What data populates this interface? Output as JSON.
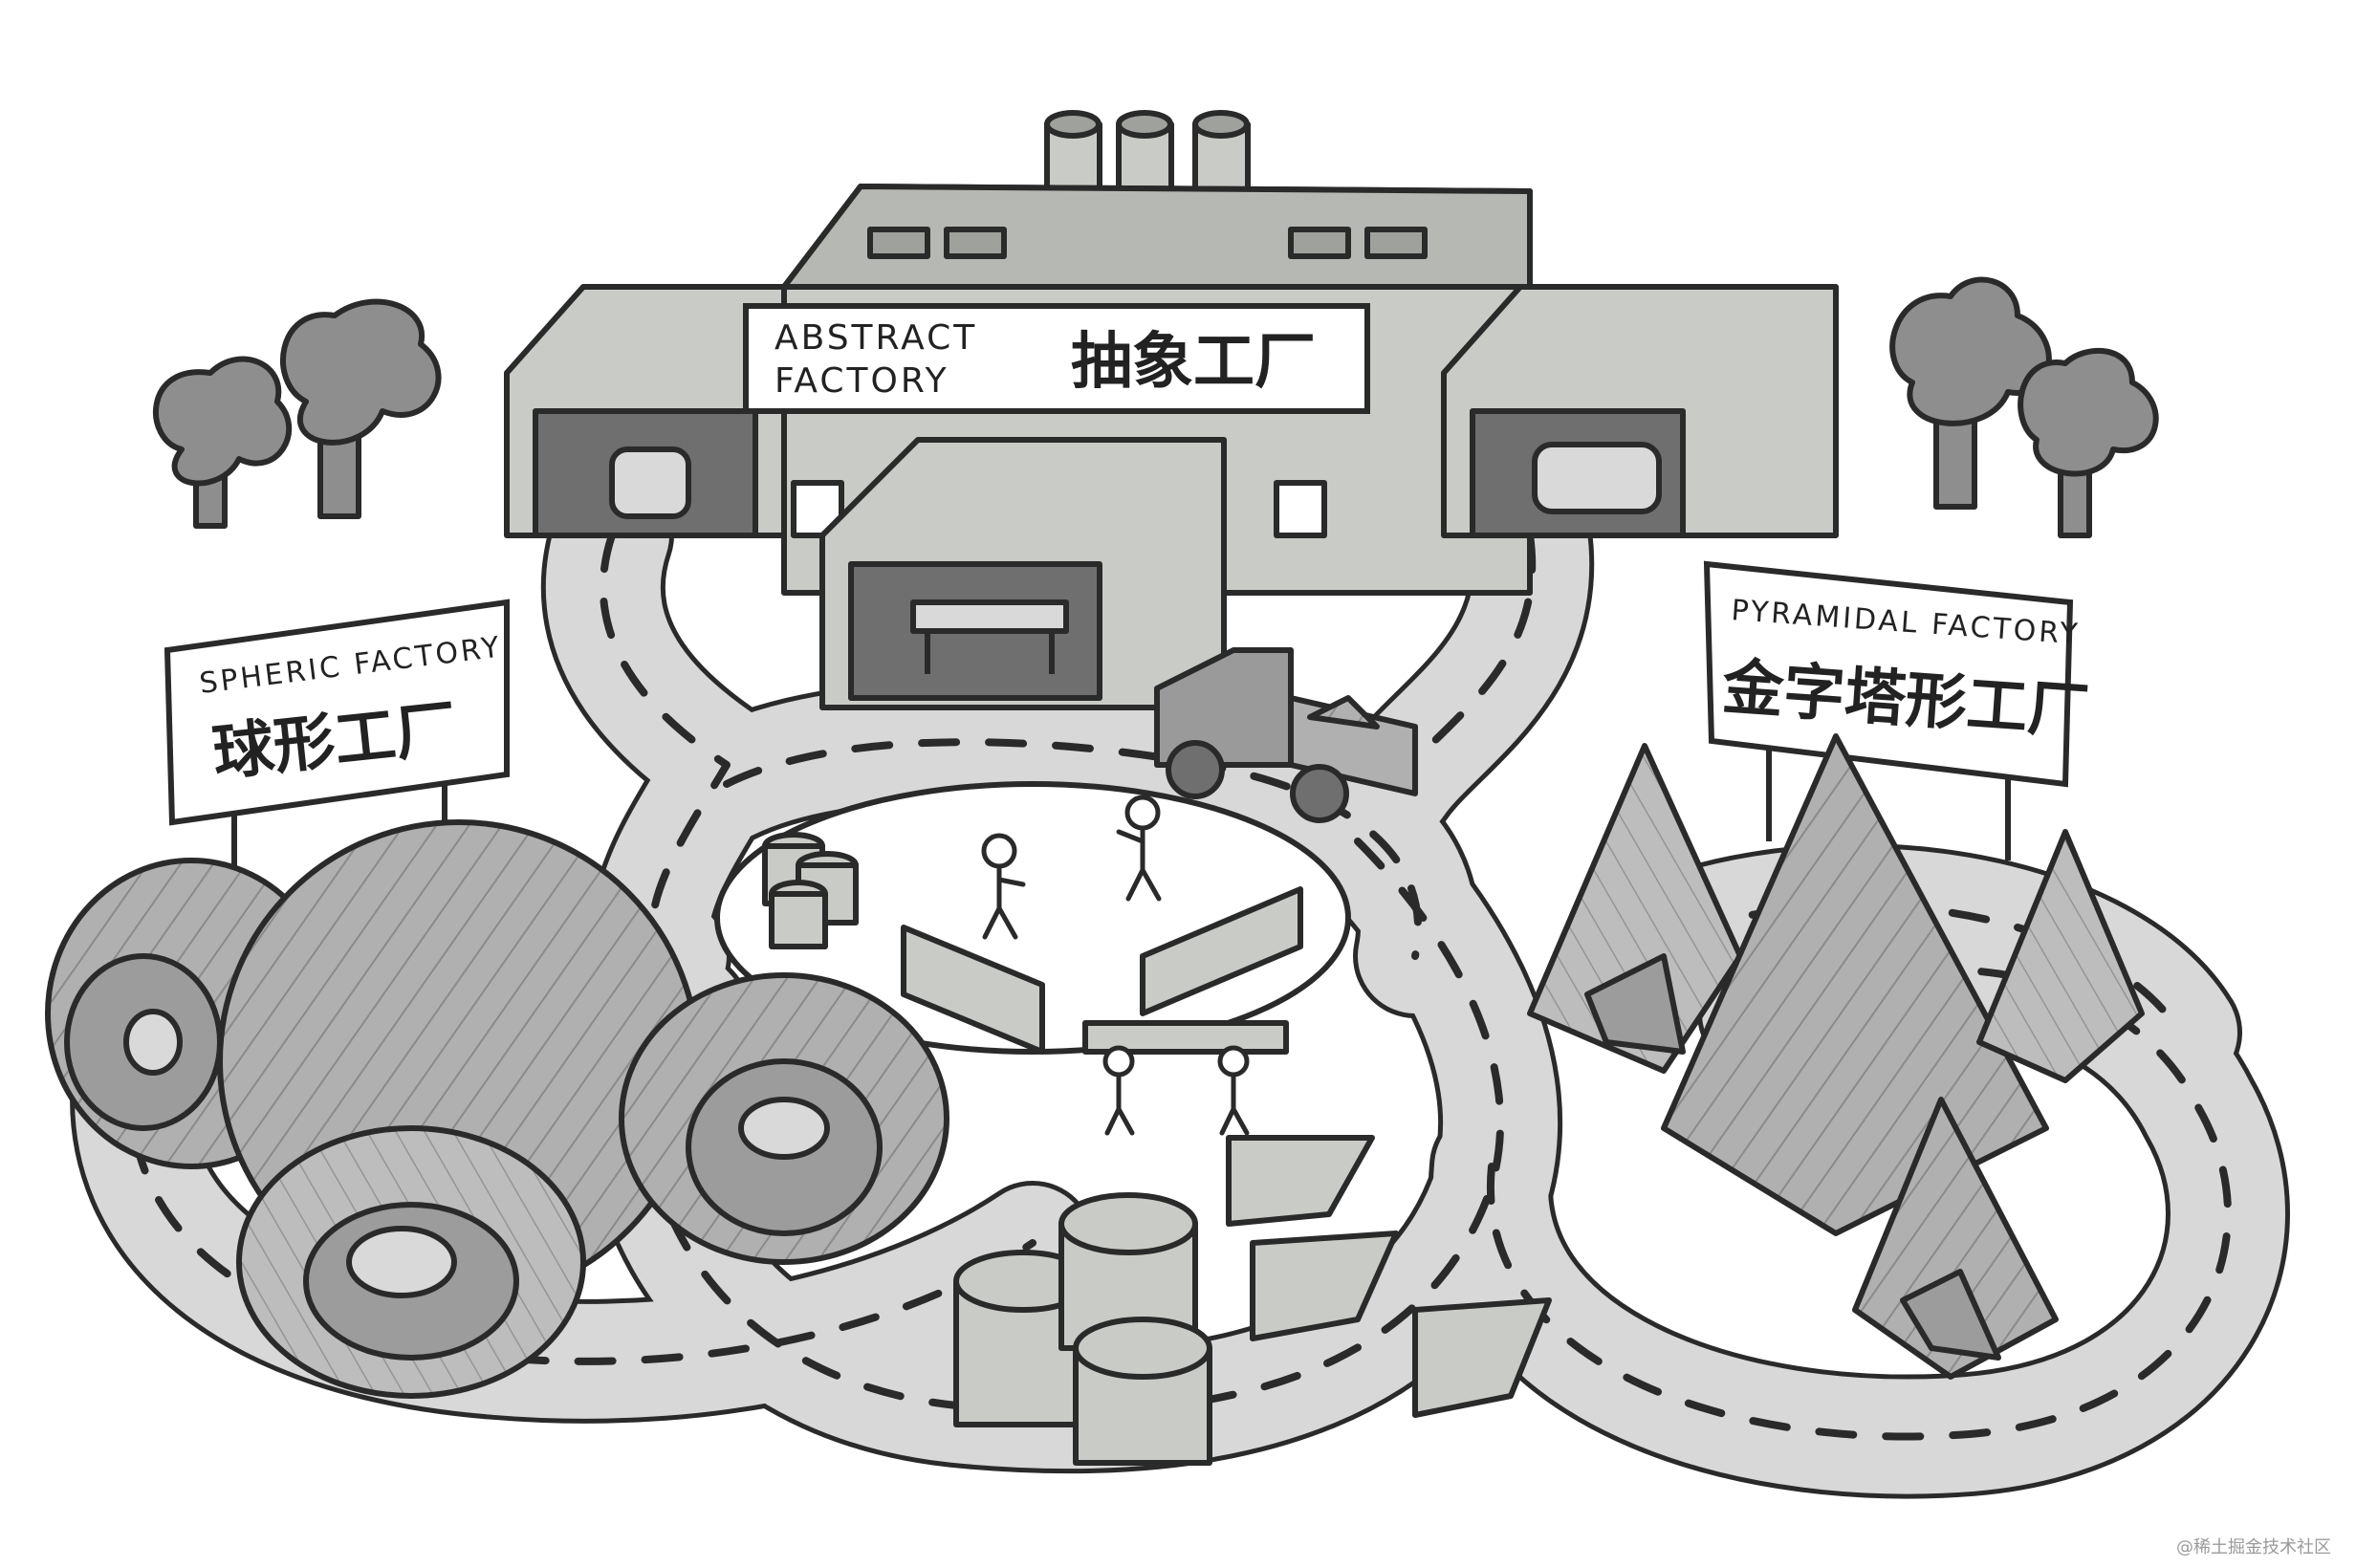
{
  "signs": {
    "abstract": {
      "en_line1": "ABSTRACT",
      "en_line2": "FACTORY",
      "zh": "抽象工厂"
    },
    "spheric": {
      "en": "SPHERIC FACTORY",
      "zh": "球形工厂"
    },
    "pyramidal": {
      "en": "PYRAMIDAL FACTORY",
      "zh": "金字塔形工厂"
    }
  },
  "watermark": "@稀土掘金技术社区",
  "colors": {
    "outline": "#2a2a2a",
    "building": "#c9ccc6",
    "building_dark": "#9fa29c",
    "road": "#d8d8d8",
    "tree": "#8e8e8e",
    "dome": "#a9a9a9",
    "pyramid": "#b3b3b3"
  }
}
